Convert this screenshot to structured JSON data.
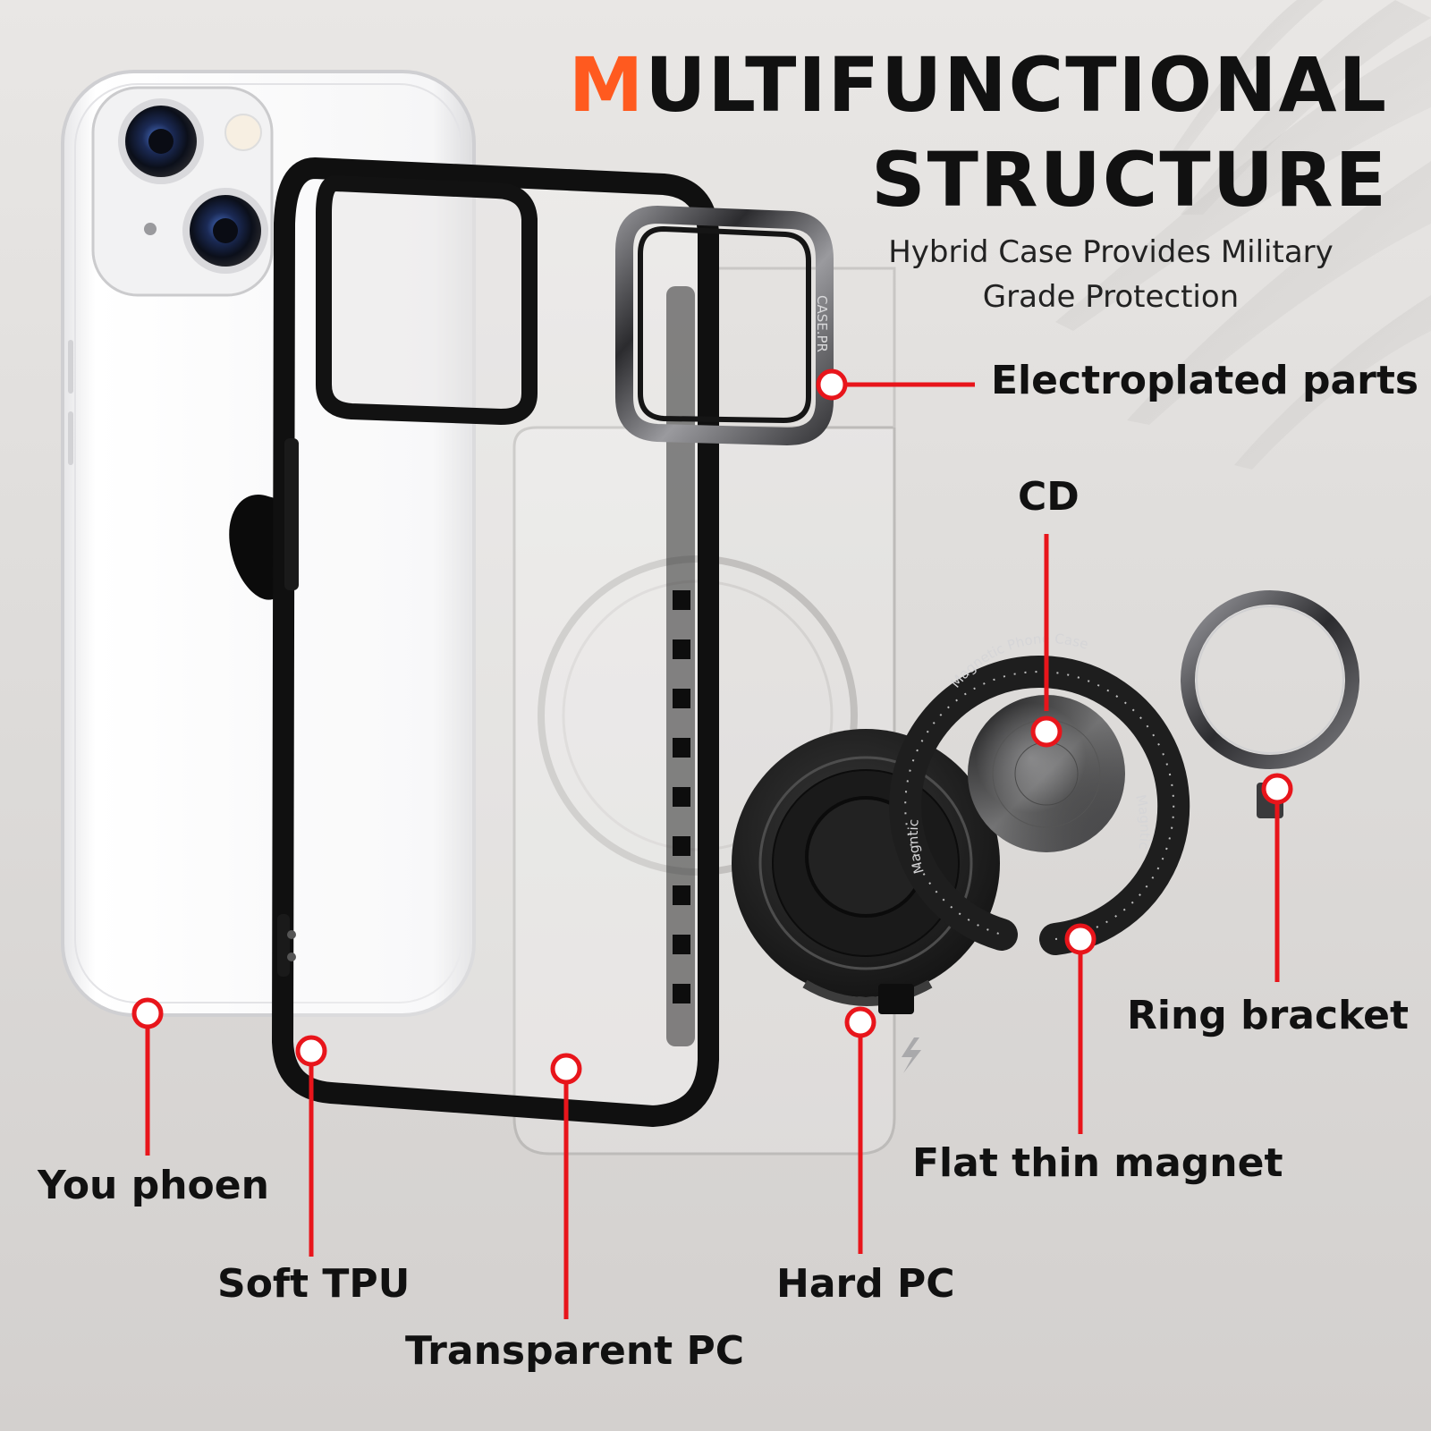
{
  "header": {
    "title_accent": "M",
    "title_line1_rest": "ULTIFUNCTIONAL",
    "title_line2": "STRUCTURE",
    "subtitle_line1": "Hybrid Case Provides Military",
    "subtitle_line2": "Grade Protection"
  },
  "callouts": {
    "phone": "You phoen",
    "tpu": "Soft TPU",
    "transparent": "Transparent PC",
    "hard": "Hard PC",
    "magnet": "Flat thin magnet",
    "ring": "Ring bracket",
    "electro": "Electroplated parts",
    "cd": "CD"
  },
  "engravings": {
    "camera_ring": "CASE.PR",
    "magnet_top": "Magnetic Phone Case",
    "magnet_left": "Magntic",
    "magnet_right": "Magntic"
  },
  "colors": {
    "accent": "#ff5a1f",
    "callout_line": "#e8151b",
    "text": "#111111"
  },
  "icons": [
    "apple-logo-icon",
    "lightning-icon"
  ]
}
